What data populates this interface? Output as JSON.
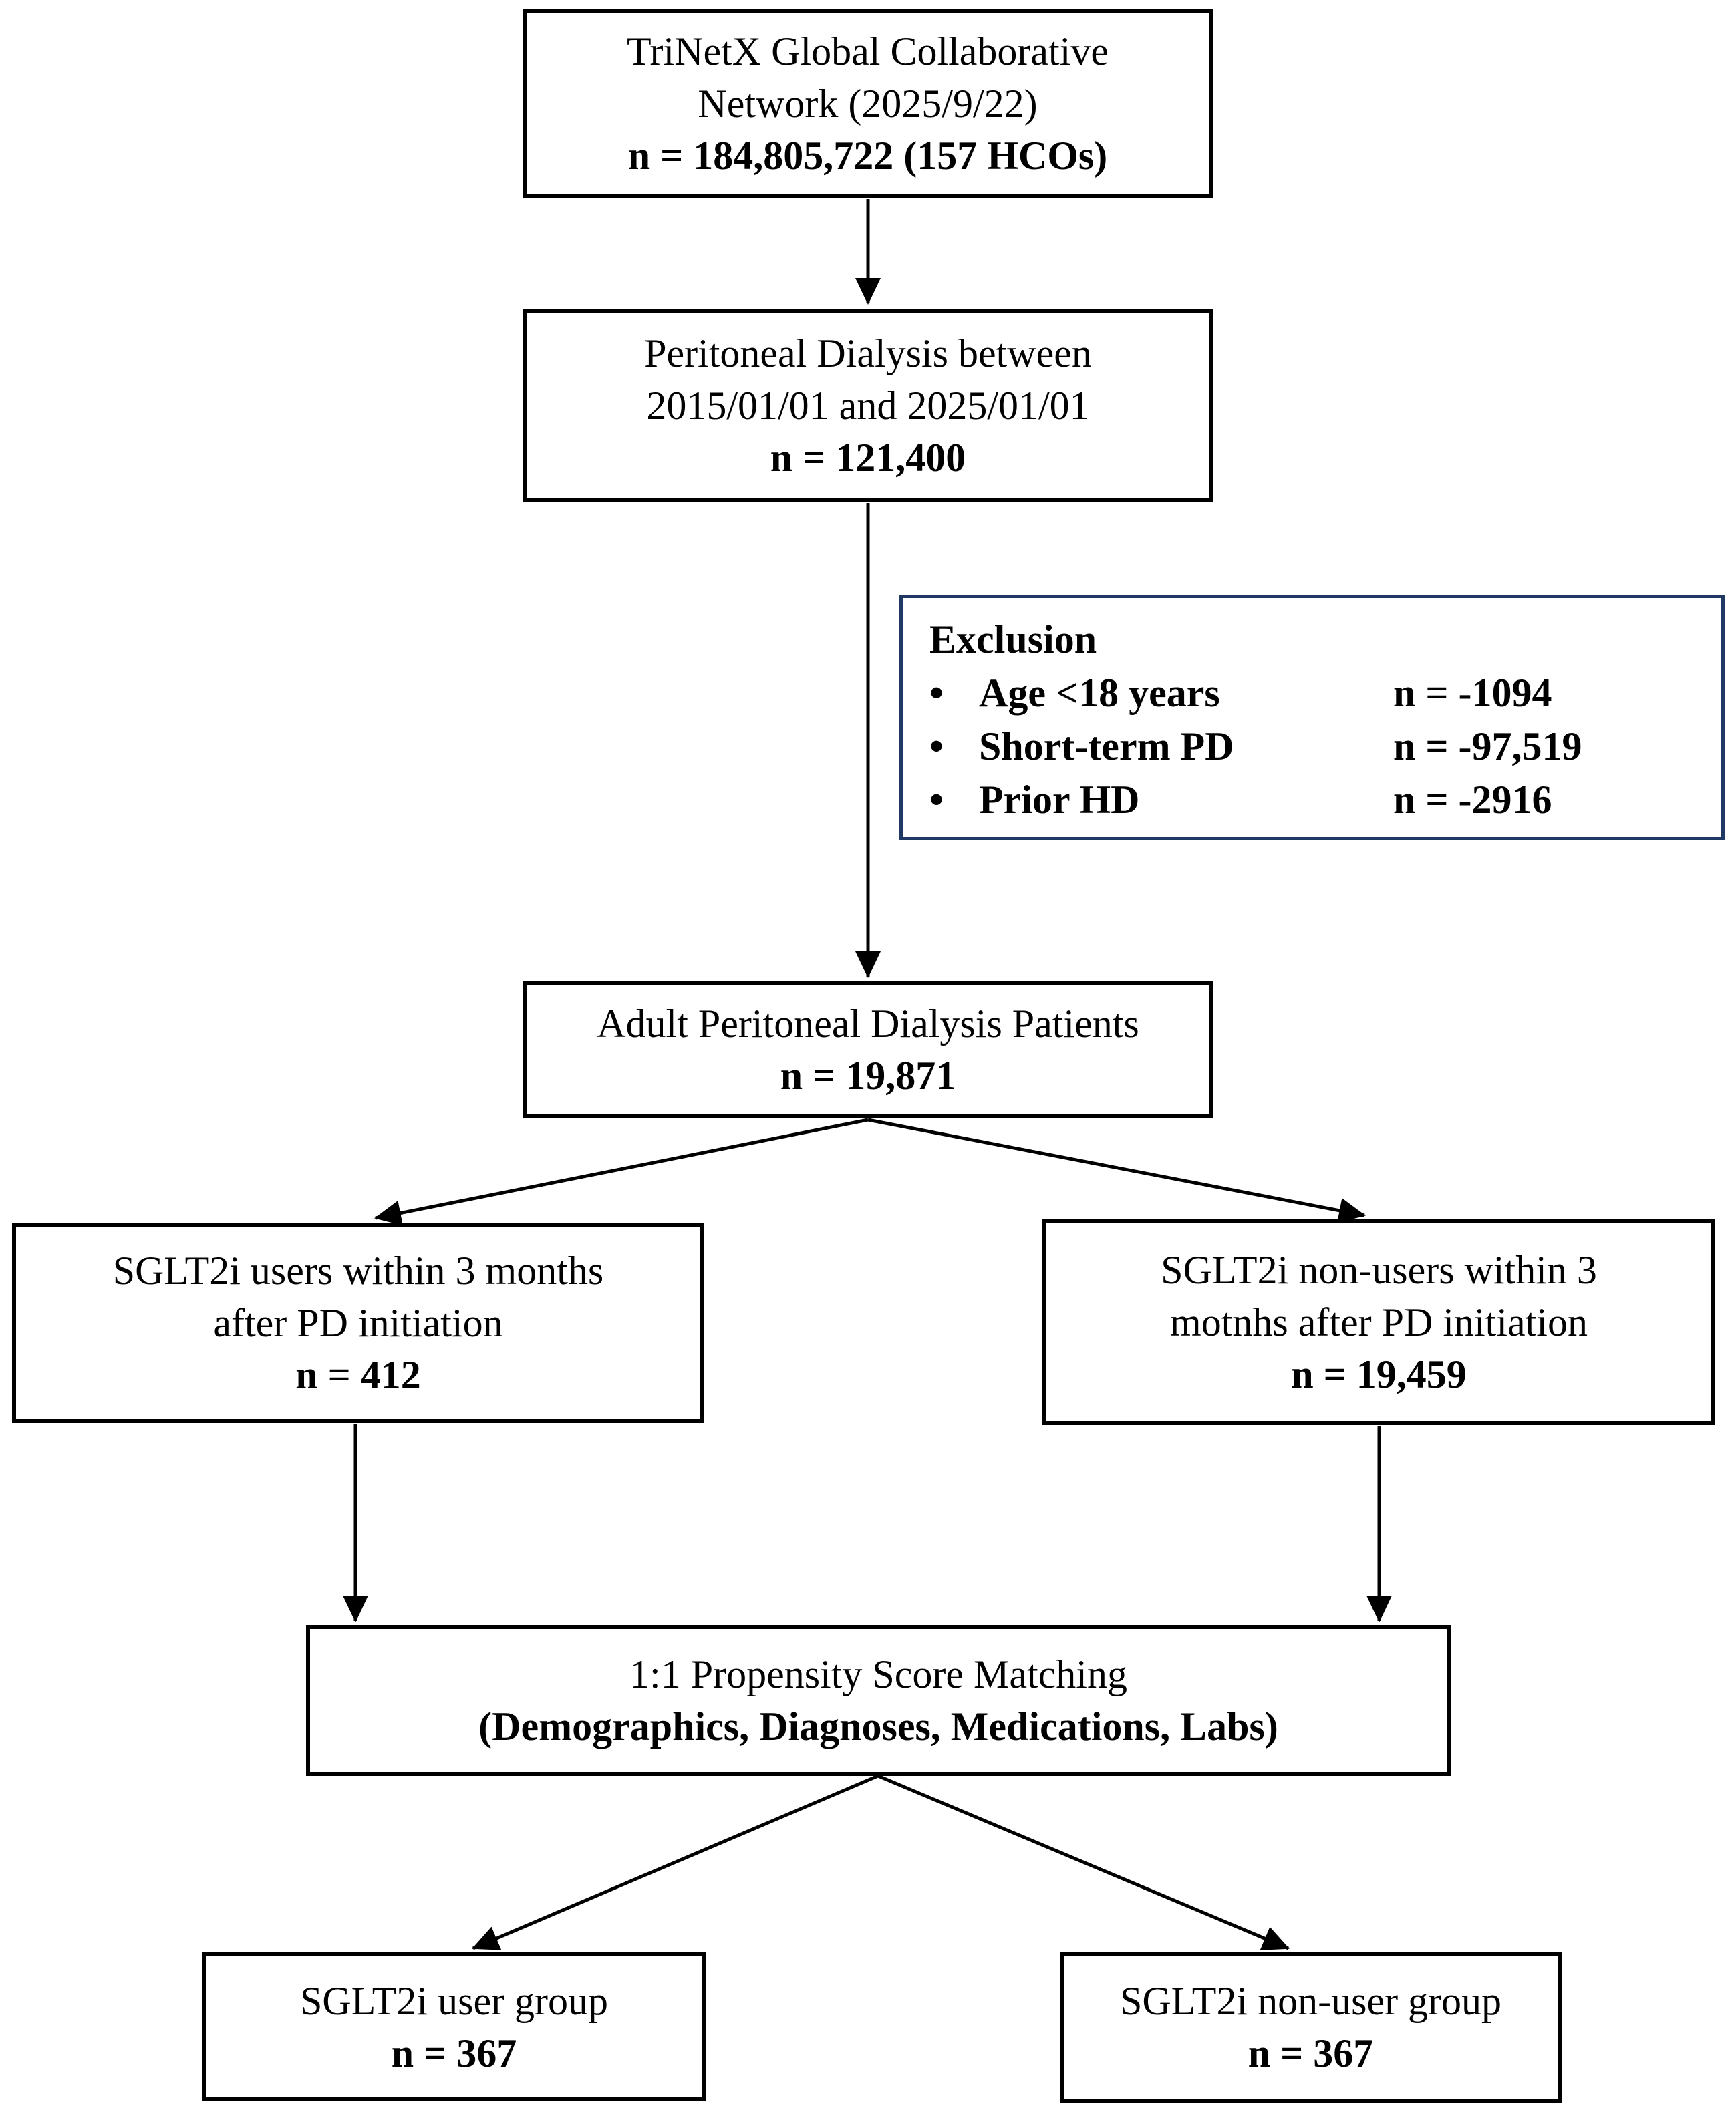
{
  "figure": {
    "background_color": "#FFFFFF",
    "text_color": "#000000",
    "box_border_color": "#000000",
    "exclusion_border_color": "#1F3864"
  },
  "boxes": {
    "network": {
      "line1": "TriNetX Global Collaborative",
      "line2": "Network (2025/9/22)",
      "n": "n = 184,805,722 (157 HCOs)"
    },
    "pd": {
      "line1": "Peritoneal Dialysis between",
      "line2": "2015/01/01 and 2025/01/01",
      "n": "n = 121,400"
    },
    "exclusion": {
      "title": "Exclusion",
      "items": [
        {
          "bullet": "•",
          "label": "Age <18 years",
          "value": "n = -1094"
        },
        {
          "bullet": "•",
          "label": "Short-term PD",
          "value": "n = -97,519"
        },
        {
          "bullet": "•",
          "label": "Prior HD",
          "value": "n = -2916"
        }
      ]
    },
    "adult": {
      "line1": "Adult Peritoneal Dialysis Patients",
      "n": "n = 19,871"
    },
    "sglt2i_users": {
      "line1": "SGLT2i users within 3 months",
      "line2": "after PD initiation",
      "n": "n = 412"
    },
    "sglt2i_nonusers": {
      "line1": "SGLT2i non-users within 3",
      "line2": "motnhs after PD initiation",
      "n": "n = 19,459"
    },
    "matching": {
      "line1": "1:1 Propensity Score Matching",
      "line2": "(Demographics, Diagnoses, Medications, Labs)"
    },
    "user_group": {
      "line1": "SGLT2i user group",
      "n": "n = 367"
    },
    "nonuser_group": {
      "line1": "SGLT2i non-user group",
      "n": "n = 367"
    }
  }
}
